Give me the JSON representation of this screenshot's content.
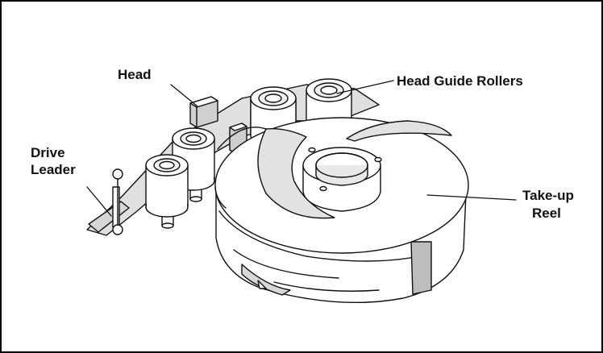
{
  "diagram": {
    "labels": {
      "head": "Head",
      "head_guide_rollers": "Head Guide Rollers",
      "drive_leader_line1": "Drive",
      "drive_leader_line2": "Leader",
      "takeup_reel_line1": "Take-up",
      "takeup_reel_line2": "Reel"
    },
    "colors": {
      "line": "#111111",
      "fill_light": "#ffffff",
      "fill_mid": "#e0e0e0",
      "fill_dark": "#bdbdbd",
      "border": "#000000"
    }
  }
}
